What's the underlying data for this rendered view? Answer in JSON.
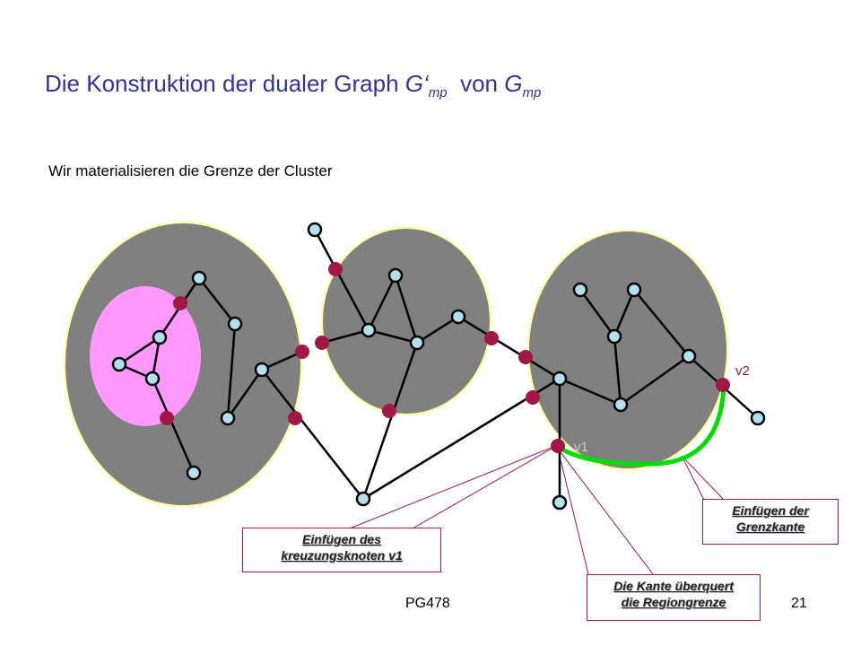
{
  "slide": {
    "title": {
      "text_before": "Die Konstruktion der dualer Graph ",
      "g1": "G‘",
      "sub1": "mp",
      "text_mid": "  von ",
      "g2": "G",
      "sub2": "mp"
    },
    "subtitle": "Wir  materialisieren die Grenze  der  Cluster",
    "footer_left": "PG478",
    "page_number": "21"
  },
  "diagram": {
    "vertex_labels": {
      "v1": "v1",
      "v2": "v2"
    },
    "callouts": {
      "crossing_vertex": {
        "line1": "Einfügen des",
        "line2": "kreuzungsknoten v1"
      },
      "region_crossing": {
        "line1": "Die Kante überquert",
        "line2": "die Regiongrenze"
      },
      "border_edge": {
        "line1": "Einfügen der",
        "line2": "Grenzkante"
      }
    },
    "colors": {
      "cluster_fill": "#808080",
      "cluster_border": "#ffff99",
      "inner_region": "#ff99ff",
      "graph_node": "#b3e0ee",
      "crossing_node": "#a01845",
      "border_edge": "#00dd00",
      "callout_border": "#a01845"
    }
  }
}
